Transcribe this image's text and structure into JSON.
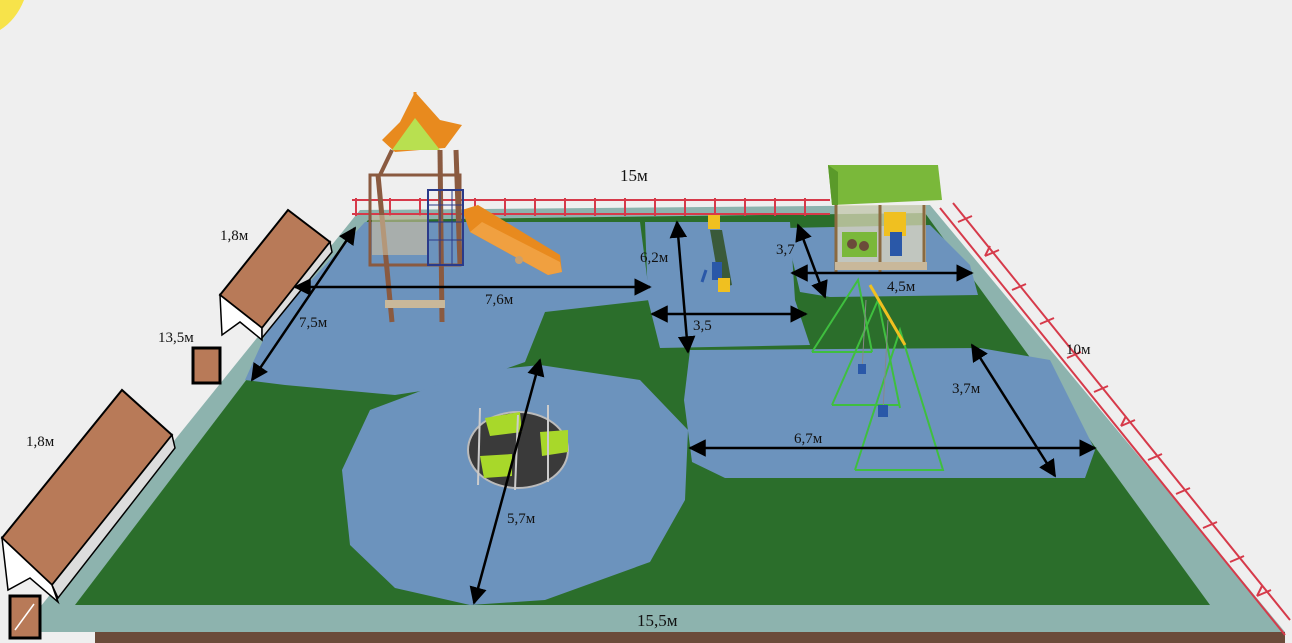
{
  "dimensions": {
    "top_width": "15м",
    "bottom_width": "15,5м",
    "right_depth": "10м",
    "left_depth": "13,5м",
    "bench_top_length": "1,8м",
    "bench_bottom_length": "1,8м",
    "complex_zone_width": "7,6м",
    "complex_zone_depth": "7,5м",
    "seesaw_zone_depth": "6,2м",
    "seesaw_zone_width": "3,5",
    "house_zone_depth": "3,7",
    "house_zone_width": "4,5м",
    "swing_zone_width": "6,7м",
    "swing_zone_depth": "3,7м",
    "carousel_zone_diameter": "5,7м"
  },
  "colors": {
    "background": "#efefef",
    "border": "#8db3ae",
    "grass": "#2b6e2b",
    "soft_surface": "#6c93bd",
    "fence": "#d63a4a",
    "bench_top": "#b87a58",
    "urn": "#b87a58",
    "slide": "#e88a1e",
    "roof_green": "#8fbf3a",
    "swing_frame": "#3fbf3f",
    "carousel_seat": "#a8d82a"
  }
}
